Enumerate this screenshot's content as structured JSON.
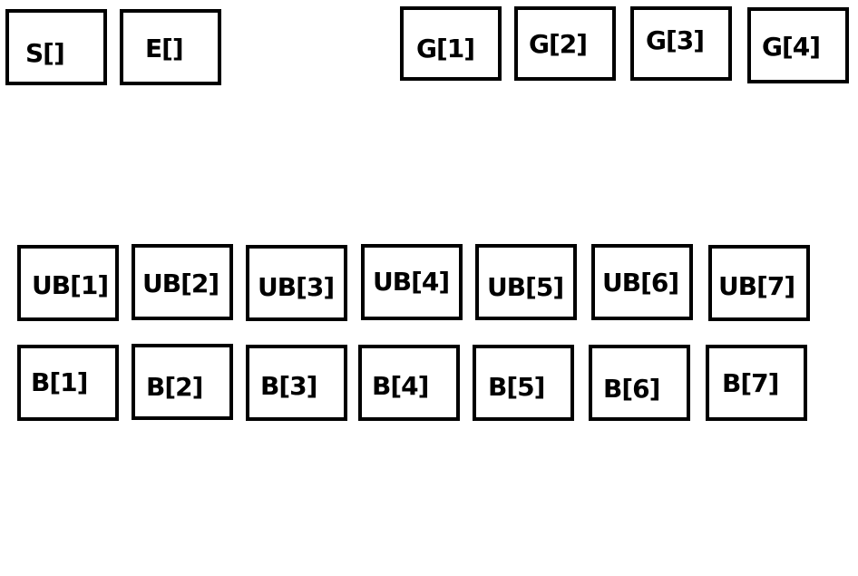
{
  "top_row": {
    "s": "S[]",
    "e": "E[]",
    "g": [
      "G[1]",
      "G[2]",
      "G[3]",
      "G[4]"
    ]
  },
  "ub_row": [
    "UB[1]",
    "UB[2]",
    "UB[3]",
    "UB[4]",
    "UB[5]",
    "UB[6]",
    "UB[7]"
  ],
  "b_row": [
    "B[1]",
    "B[2]",
    "B[3]",
    "B[4]",
    "B[5]",
    "B[6]",
    "B[7]"
  ],
  "colors": {
    "border": "#000000",
    "text": "#000000",
    "background": "#ffffff"
  }
}
